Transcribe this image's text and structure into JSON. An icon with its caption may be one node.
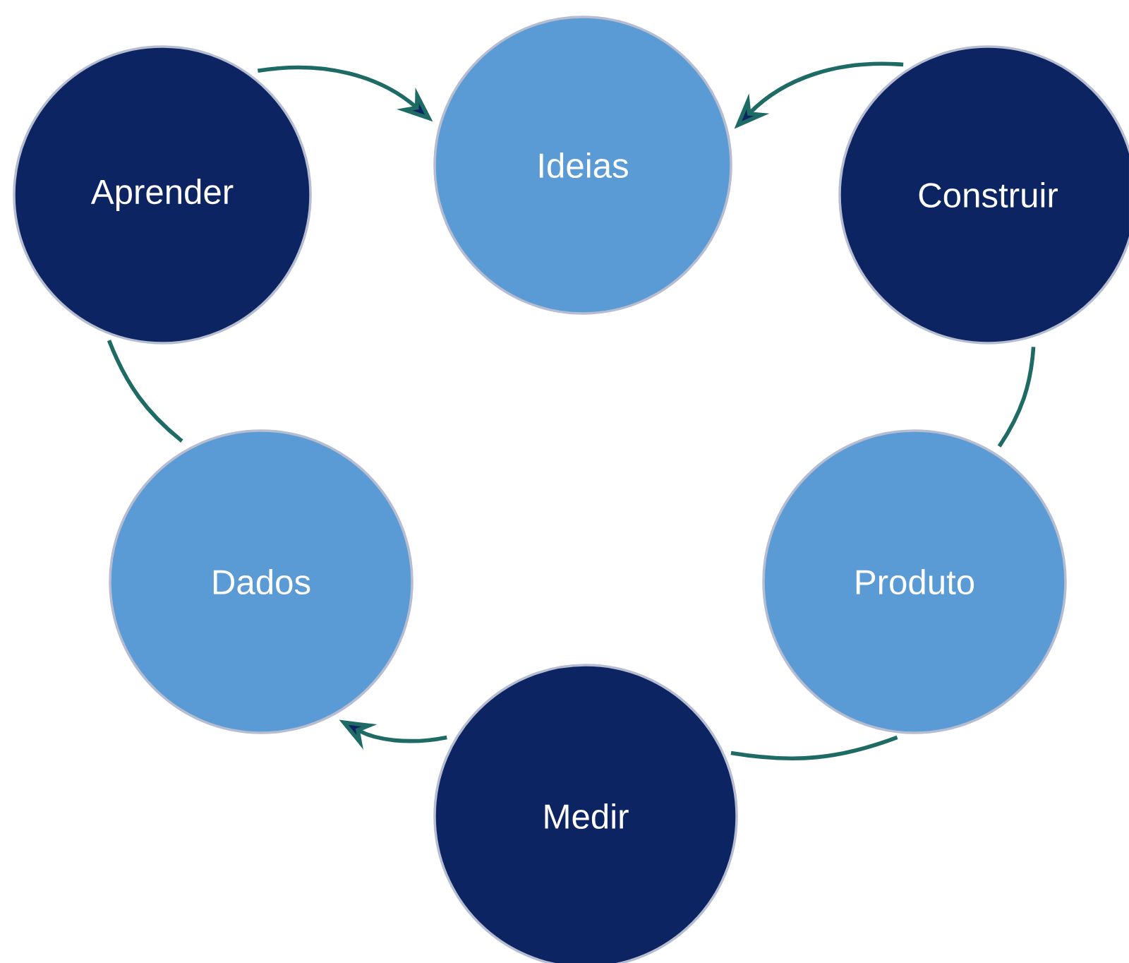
{
  "diagram": {
    "nodes": [
      {
        "text": [
          "Ideias"
        ]
      },
      {
        "text": [
          "Aprender"
        ]
      },
      {
        "text": [
          "Construir"
        ]
      },
      {
        "text": [
          "Dados"
        ]
      },
      {
        "text": [
          "Produto"
        ]
      },
      {
        "text": [
          "Medir"
        ]
      }
    ],
    "edges": [
      {
        "from": 1,
        "to": 0,
        "arrow": "to"
      },
      {
        "from": 2,
        "to": 0,
        "arrow": "to"
      },
      {
        "from": 2,
        "to": 4,
        "arrow": "none"
      },
      {
        "from": 4,
        "to": 5,
        "arrow": "none"
      },
      {
        "from": 5,
        "to": 3,
        "arrow": "to"
      },
      {
        "from": 3,
        "to": 1,
        "arrow": "none"
      }
    ]
  }
}
